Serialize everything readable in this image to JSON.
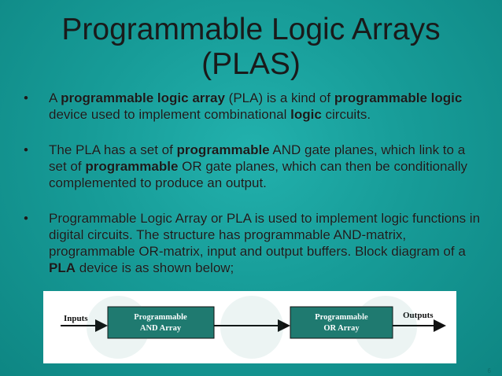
{
  "title": {
    "line1": "Programmable Logic Arrays",
    "line2": "(PLAS)"
  },
  "bullets": [
    {
      "segments": [
        {
          "text": "A ",
          "bold": false
        },
        {
          "text": "programmable logic array",
          "bold": true
        },
        {
          "text": " (PLA) is a kind of ",
          "bold": false
        },
        {
          "text": "programmable logic",
          "bold": true
        },
        {
          "text": " device used to implement combinational ",
          "bold": false
        },
        {
          "text": "logic",
          "bold": true
        },
        {
          "text": " circuits.",
          "bold": false
        }
      ]
    },
    {
      "segments": [
        {
          "text": " The PLA has a set of ",
          "bold": false
        },
        {
          "text": "programmable",
          "bold": true
        },
        {
          "text": " AND gate planes, which link to a set of ",
          "bold": false
        },
        {
          "text": "programmable",
          "bold": true
        },
        {
          "text": " OR gate planes, which can then be conditionally complemented to produce an output.",
          "bold": false
        }
      ]
    },
    {
      "segments": [
        {
          "text": "Programmable Logic Array or PLA  is used to implement logic functions in digital circuits. The structure has programmable AND-matrix, programmable OR-matrix, input and output buffers. Block diagram of a ",
          "bold": false
        },
        {
          "text": "PLA",
          "bold": true
        },
        {
          "text": " device is as shown below;",
          "bold": false
        }
      ]
    }
  ],
  "bullet_glyph": "•",
  "diagram": {
    "inputs_label": "Inputs",
    "outputs_label": "Outputs",
    "and_block": {
      "line1": "Programmable",
      "line2": "AND Array"
    },
    "or_block": {
      "line1": "Programmable",
      "line2": "OR Array"
    },
    "block_fill": "#1f7a70",
    "block_text_color": "#ffffff"
  },
  "colors": {
    "background": "#179c98",
    "text": "#1a1a1a"
  },
  "slide_number": "6"
}
